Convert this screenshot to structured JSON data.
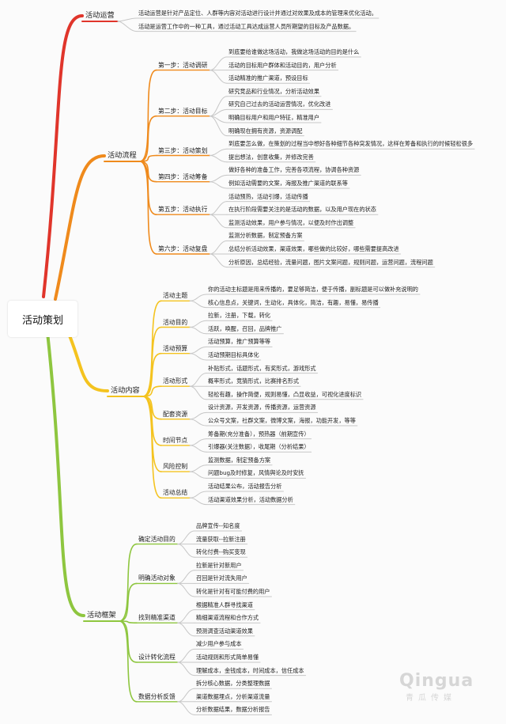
{
  "root": "活动策划",
  "colors": {
    "branch_1": "#e0352b",
    "branch_2": "#ef8a1c",
    "branch_3": "#f4c31f",
    "branch_4": "#8ec63f",
    "leaf_line": "#c7c7c7"
  },
  "branches": [
    {
      "label": "活动运营",
      "color": "branch_1",
      "children": [
        {
          "label": "活动运营是针对产品定位、人群等内容对活动进行设计并通过对效果及成本的管理来优化活动。"
        },
        {
          "label": "活动是运营工作中的一种工具，通过活动工具达成运营人员所期望的目标及产品数据。"
        }
      ]
    },
    {
      "label": "活动流程",
      "color": "branch_2",
      "children": [
        {
          "label": "第一步：活动调研",
          "children": [
            "到底要给谁做这场活动，我做这场活动的目的是什么",
            "活动的目标用户群体和活动目的，用户分析",
            "活动精准的推广渠道，预设目标"
          ]
        },
        {
          "label": "第二步：活动目标",
          "children": [
            "研究竞品和行业情况，分析活动效果",
            "研究自己过去的活动运营情况，优化改进",
            "明确目标用户和用户特征，精准用户",
            "明确现在拥有资源，资源调配"
          ]
        },
        {
          "label": "第三步：活动策划",
          "children": [
            "到底要怎么做，在策划的过程当中想好各种细节各种突发情况，这样在筹备和执行的时候轻松很多",
            "提出想法，创意收集，并修改完善"
          ]
        },
        {
          "label": "第四步：活动筹备",
          "children": [
            "做好各种的准备工作，完善各项流程，协调各种资源",
            "例如活动需要的文案，海报及推广渠道的联系等"
          ]
        },
        {
          "label": "第五步：活动执行",
          "children": [
            "活动预热，活动引爆，活动传播",
            "在执行阶段需要关注的是活动的数据，以及用户现在的状态",
            "监测活动效果，用户参与情况，以便及时作出调整"
          ]
        },
        {
          "label": "第六步：活动复盘",
          "children": [
            "监测分析数据，制定预备方案",
            "总结分析活动效果，渠道效果，哪些做的比较好，哪些需要提高改进",
            "分析原因，总结经验，流量问题，图片文案问题，规则问题，运营问题，流程问题"
          ]
        }
      ]
    },
    {
      "label": "活动内容",
      "color": "branch_3",
      "children": [
        {
          "label": "活动主题",
          "children": [
            "你的活动主标题是用来传播的，要足够简洁，便于传播，副标题是可以做补充说明的",
            "核心信息点，关键词，生动化，具体化，简洁，有趣，易懂，易传播"
          ]
        },
        {
          "label": "活动目的",
          "children": [
            "拉新，注册，下载，转化",
            "活跃，唤醒，召回，品牌推广"
          ]
        },
        {
          "label": "活动预算",
          "children": [
            "活动预算，推广预算等等",
            "活动预期目标具体化"
          ]
        },
        {
          "label": "活动形式",
          "children": [
            "补贴形式，话题形式，有奖形式，游戏形式",
            "概率形式，竞猜形式，比赛排名形式",
            "轻松有趣，操作简便，规则易懂，凸显收益，可视化进度标识"
          ]
        },
        {
          "label": "配套资源",
          "children": [
            "设计资源，开发资源，传播资源，运营资源",
            "公众号文案，社群文案，微博文案，海报，功能开发，等等"
          ]
        },
        {
          "label": "时间节点",
          "children": [
            "筹备期(充分准备），预热器（前期宣传）",
            "引爆器(关注数据），收尾期（分析结果）"
          ]
        },
        {
          "label": "风险控制",
          "children": [
            "监测数据，制定预备方案",
            "问题bug及时修复，风情舆论及时安抚"
          ]
        },
        {
          "label": "活动总结",
          "children": [
            "活动结果公布，活动报告分析",
            "活动渠道效果分析，活动数据分析"
          ]
        }
      ]
    },
    {
      "label": "活动框架",
      "color": "branch_4",
      "children": [
        {
          "label": "确定活动目的",
          "children": [
            "品牌宣传--知名度",
            "流量获取--拉新注册",
            "转化付费--购买变现"
          ]
        },
        {
          "label": "明确活动对象",
          "children": [
            "拉新是针对新用户",
            "召回是针对流失用户",
            "转化是针对有可能付费的用户"
          ]
        },
        {
          "label": "找到精准渠道",
          "children": [
            "根据精准人群寻找渠道",
            "精细渠道流程和合作方式",
            "预测调查活动渠道效果"
          ]
        },
        {
          "label": "设计转化流程",
          "children": [
            "减少用户参与成本",
            "活动规则和形式简单易懂",
            "理解成本，金钱成本，时间成本，信任成本"
          ]
        },
        {
          "label": "数据分析反馈",
          "children": [
            "拆分核心数据，分类整理数据",
            "渠道数据埋点，分析渠道流量",
            "分析数据结果，数据分析报告"
          ]
        }
      ]
    }
  ],
  "watermark": {
    "logo": "Qingua",
    "sub": "青瓜传媒"
  }
}
